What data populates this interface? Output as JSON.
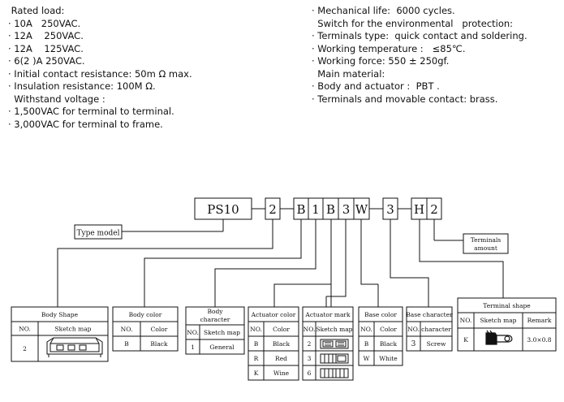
{
  "specs_left": [
    " Rated load:",
    "· 10A   250VAC.",
    "· 12A    250VAC.",
    "· 12A    125VAC.",
    "· 6(2 )A 250VAC.",
    "· Initial contact resistance: 50m Ω max.",
    "· Insulation resistance: 100M Ω.",
    "  Withstand voltage :",
    "· 1,500VAC for terminal to terminal.",
    "· 3,000VAC for terminal to frame."
  ],
  "specs_right": [
    "· Mechanical life:  6000 cycles.",
    "  Switch for the environmental   protection:",
    "· Terminals type:  quick contact and soldering.",
    "· Working temperature :   ≤85℃.",
    "· Working force: 550 ± 250gf.",
    "  Main material:",
    "· Body and actuator :  PBT .",
    "· Terminals and movable contact: brass."
  ],
  "code": {
    "model": "PS10",
    "parts": [
      "2",
      "B",
      "1",
      "B",
      "3",
      "W",
      "3",
      "H",
      "2"
    ]
  },
  "callouts": {
    "type_model": "Type model",
    "terminals_amount_1": "Terminals",
    "terminals_amount_2": "amount"
  },
  "tables": {
    "body_shape": {
      "title": "Body Shape",
      "h1": "NO.",
      "h2": "Sketch map",
      "r1c1": "2"
    },
    "body_color": {
      "title": "Body color",
      "h1": "NO.",
      "h2": "Color",
      "r1c1": "B",
      "r1c2": "Black"
    },
    "body_character": {
      "title1": "Body",
      "title2": "character",
      "h1": "NO.",
      "h2": "Sketch map",
      "r1c1": "1",
      "r1c2": "General"
    },
    "actuator_color": {
      "title": "Actuator color",
      "h1": "NO.",
      "h2": "Color",
      "rows": [
        [
          "B",
          "Black"
        ],
        [
          "R",
          "Red"
        ],
        [
          "K",
          "Wine"
        ]
      ]
    },
    "actuator_mark": {
      "title": "Actuator mark",
      "h1": "NO.",
      "h2": "Sketch map",
      "rows": [
        "2",
        "3",
        "6"
      ]
    },
    "base_color": {
      "title": "Base color",
      "h1": "NO.",
      "h2": "Color",
      "rows": [
        [
          "B",
          "Black"
        ],
        [
          "W",
          "White"
        ]
      ]
    },
    "base_character": {
      "title": "Base character",
      "h1": "NO.",
      "h2": "character",
      "r1c1": "3",
      "r1c2": "Screw"
    },
    "terminal_shape": {
      "title": "Terminal shape",
      "h1": "NO.",
      "h2": "Sketch map",
      "h3": "Remark",
      "r1c1": "K",
      "r1c3": "3.0×0.8"
    }
  }
}
